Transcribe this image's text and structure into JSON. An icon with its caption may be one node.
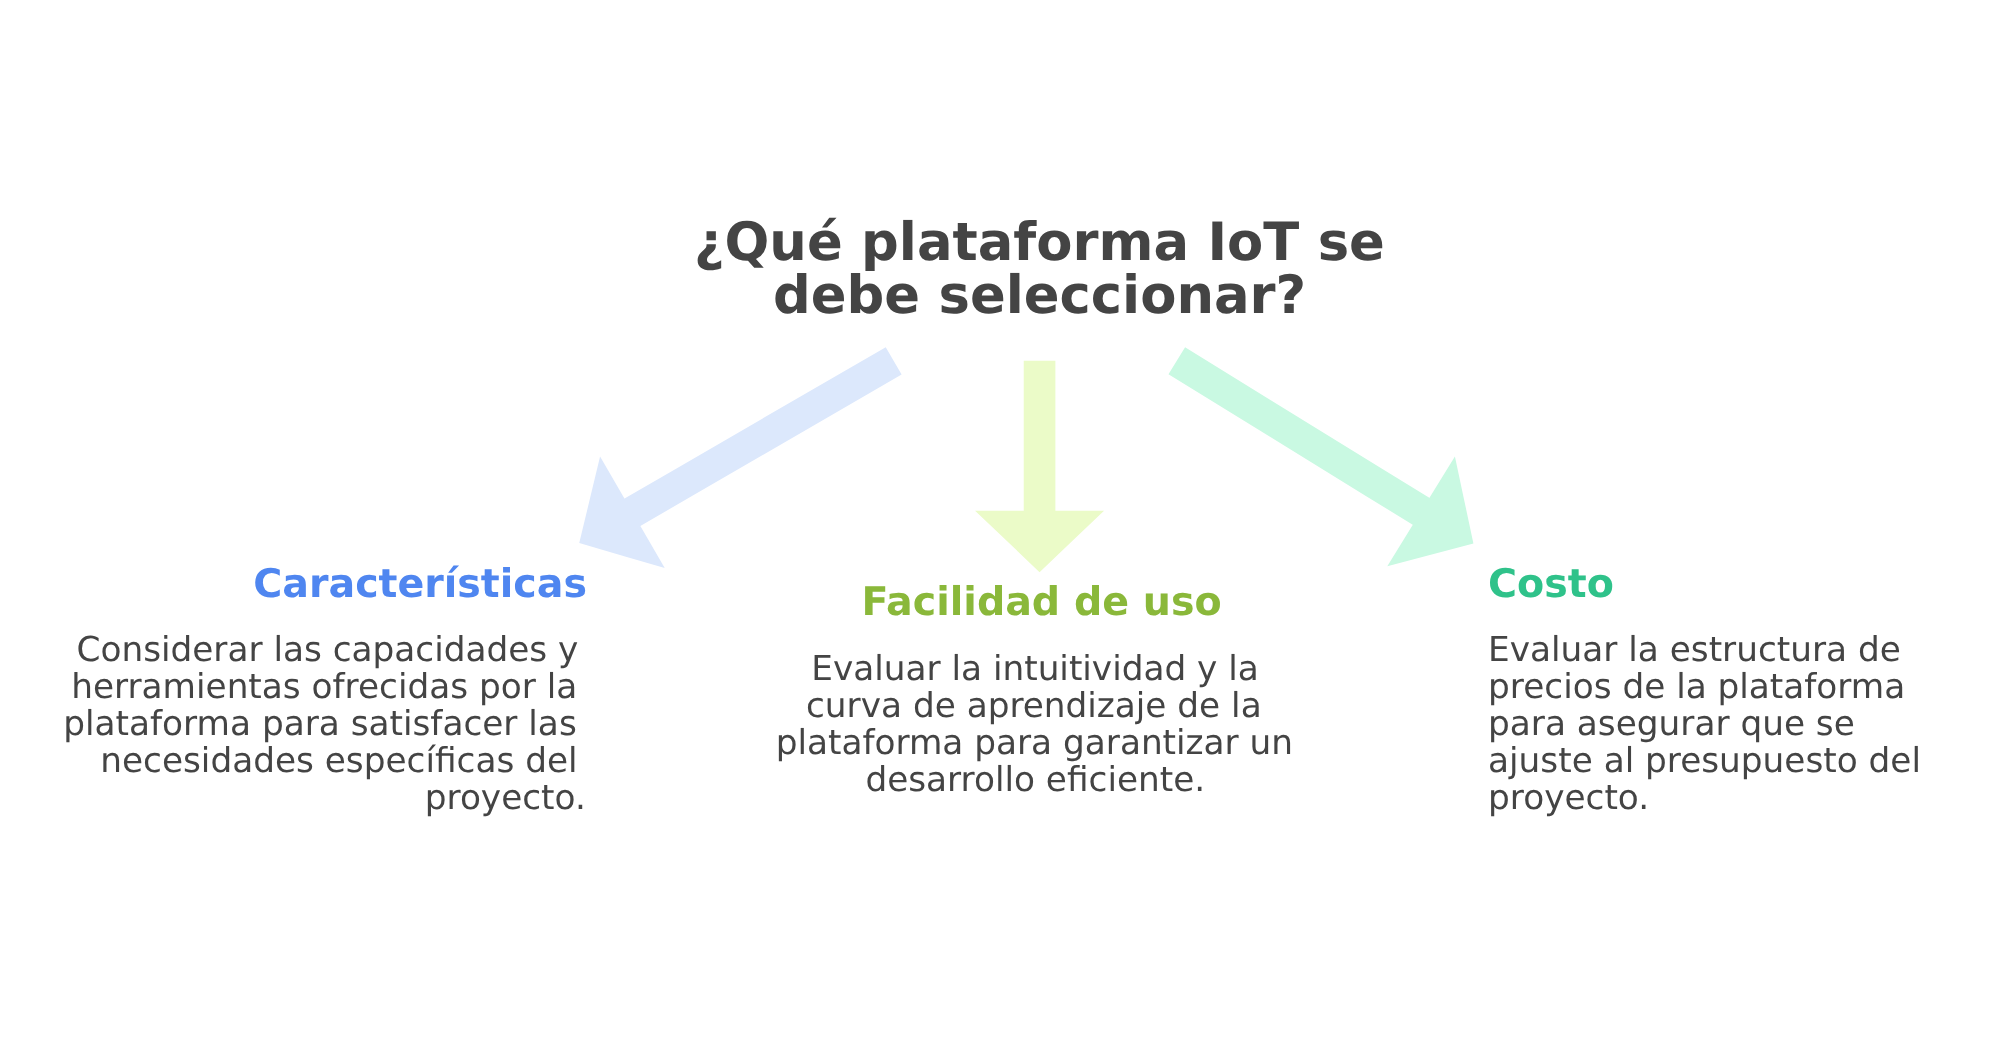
{
  "diagram": {
    "nodes": [
      {
        "text": [
          "¿Qué plataforma IoT se debe seleccionar?"
        ]
      },
      {
        "text": [
          "Características",
          "Considerar las capacidades y herramientas ofrecidas por la plataforma para satisfacer las necesidades específicas del proyecto."
        ]
      },
      {
        "text": [
          "Facilidad de uso",
          "Evaluar la intuitividad y la curva de aprendizaje de la plataforma para garantizar un desarrollo eficiente."
        ]
      },
      {
        "text": [
          "Costo",
          "Evaluar la estructura de precios de la plataforma para asegurar que se ajuste al presupuesto del proyecto."
        ]
      }
    ],
    "edges": [
      {
        "from": 0,
        "to": 1,
        "arrow": "to",
        "color": "#dce8fc"
      },
      {
        "from": 0,
        "to": 2,
        "arrow": "to",
        "color": "#ebfbc8"
      },
      {
        "from": 0,
        "to": 3,
        "arrow": "to",
        "color": "#c9f9e2"
      }
    ]
  }
}
